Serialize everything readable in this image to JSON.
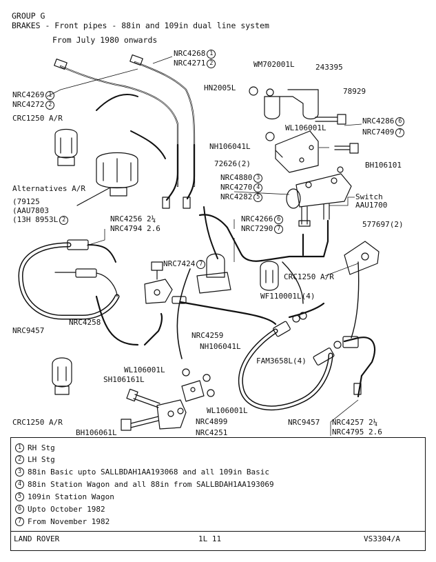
{
  "header": {
    "group": "GROUP G",
    "title": "BRAKES - Front pipes - 88in and 109in dual line system",
    "subtitle": "From July 1980 onwards"
  },
  "callouts": {
    "nrc4268": "NRC4268",
    "nrc4268_n": "1",
    "nrc4271": "NRC4271",
    "nrc4271_n": "2",
    "nrc4269": "NRC4269",
    "nrc4269_n": "1",
    "nrc4272": "NRC4272",
    "nrc4272_n": "2",
    "crc1250_a": "CRC1250 A/R",
    "alternatives": "Alternatives A/R",
    "alt_79125": "(79125",
    "alt_aau7803": "(AAU7803",
    "alt_13h": "(13H 8953L",
    "alt_13h_n": "2",
    "wm702001l": "WM702001L",
    "n243395": "243395",
    "hn2005l": "HN2005L",
    "n78929": "78929",
    "wl106001l_a": "WL106001L",
    "nrc4286": "NRC4286",
    "nrc4286_n": "6",
    "nrc7409": "NRC7409",
    "nrc7409_n": "7",
    "nh106041l_a": "NH106041L",
    "n72626": "72626(2)",
    "bh106101": "BH106101",
    "nrc4880": "NRC4880",
    "nrc4880_n": "3",
    "nrc4270": "NRC4270",
    "nrc4270_n": "4",
    "nrc4282": "NRC4282",
    "nrc4282_n": "5",
    "switch": "Switch",
    "aau1700": "AAU1700",
    "nrc4256": "NRC4256 2¼",
    "nrc4794": "NRC4794 2.6",
    "nrc4266": "NRC4266",
    "nrc4266_n": "6",
    "nrc7290": "NRC7290",
    "nrc7290_n": "7",
    "n577697": "577697(2)",
    "nrc7424": "NRC7424",
    "nrc7424_n": "7",
    "crc1250_b": "CRC1250 A/R",
    "wf110001l": "WF110001L(4)",
    "nrc9457_a": "NRC9457",
    "nrc4258": "NRC4258",
    "nrc4259": "NRC4259",
    "nh106041l_b": "NH106041L",
    "fam3658l": "FAM3658L(4)",
    "wl106001l_b": "WL106001L",
    "sh106161l": "SH106161L",
    "wl106001l_c": "WL106001L",
    "nrc4899": "NRC4899",
    "bh106061l": "BH106061L",
    "nrc4251": "NRC4251",
    "crc1250_c": "CRC1250 A/R",
    "nrc9457_b": "NRC9457",
    "nrc4257": "NRC4257 2¼",
    "nrc4795": "NRC4795 2.6"
  },
  "legend": [
    {
      "n": "1",
      "text": "RH Stg"
    },
    {
      "n": "2",
      "text": "LH Stg"
    },
    {
      "n": "3",
      "text": "88in Basic upto SALLBDAH1AA193068 and all 109in Basic"
    },
    {
      "n": "4",
      "text": "88in Station Wagon and all 88in from SALLBDAH1AA193069"
    },
    {
      "n": "5",
      "text": "109in Station Wagon"
    },
    {
      "n": "6",
      "text": "Upto October 1982"
    },
    {
      "n": "7",
      "text": "From November 1982"
    }
  ],
  "footer": {
    "left": "LAND ROVER",
    "center": "1L 11",
    "right": "VS3304/A"
  }
}
